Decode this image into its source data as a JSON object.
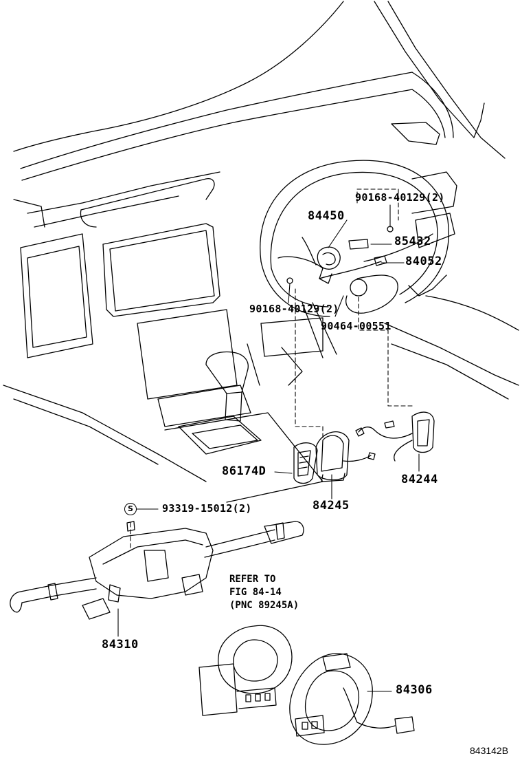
{
  "parts": {
    "p_90168_top": "90168-40129(2)",
    "p_84450": "84450",
    "p_85432": "85432",
    "p_84052": "84052",
    "p_90168_mid": "90168-40129(2)",
    "p_90464": "90464-00551",
    "p_86174D": "86174D",
    "p_84244": "84244",
    "p_84245": "84245",
    "p_93319": "93319-15012(2)",
    "p_84310": "84310",
    "p_84306": "84306"
  },
  "s_symbol": "S",
  "refer_note": {
    "line1": "REFER TO",
    "line2": "FIG 84-14",
    "line3": "(PNC 89245A)"
  },
  "figure_code": "843142B"
}
